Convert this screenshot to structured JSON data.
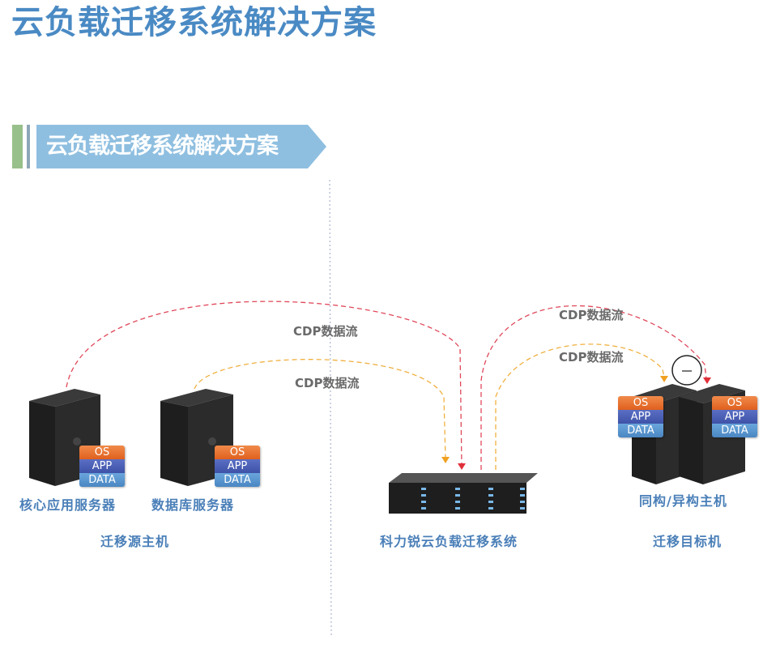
{
  "title": "云负载迁移系统解决方案",
  "banner": {
    "label": "云负载迁移系统解决方案"
  },
  "flows": [
    {
      "label": "CDP数据流"
    },
    {
      "label": "CDP数据流"
    },
    {
      "label": "CDP数据流"
    },
    {
      "label": "CDP数据流"
    }
  ],
  "stack_layers": {
    "os": "OS",
    "app": "APP",
    "data": "DATA"
  },
  "source": {
    "group_label": "迁移源主机",
    "servers": [
      {
        "label": "核心应用服务器"
      },
      {
        "label": "数据库服务器"
      }
    ]
  },
  "center": {
    "label": "科力锐云负载迁移系统"
  },
  "target": {
    "server_label": "同构/异构主机",
    "group_label": "迁移目标机",
    "switch_symbol": "—"
  },
  "colors": {
    "title": "#4a8ac4",
    "banner": "#8fbfe0",
    "flow_red": "#e0485a",
    "flow_orange": "#f0b040"
  }
}
